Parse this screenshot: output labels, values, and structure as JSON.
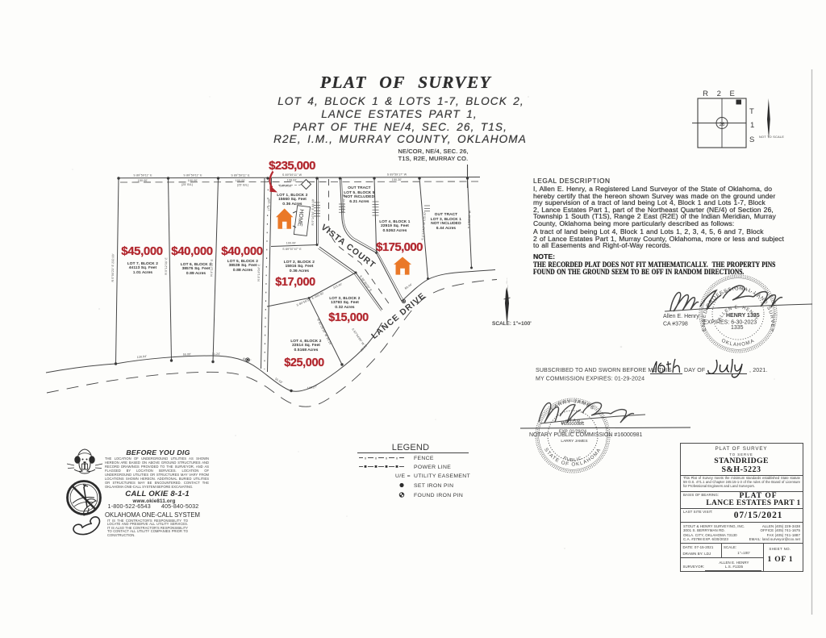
{
  "header": {
    "title": "PLAT OF SURVEY",
    "subtitle1": "LOT 4, BLOCK 1 & LOTS 1-7, BLOCK 2,",
    "subtitle2": "LANCE ESTATES PART 1,",
    "subtitle3": "PART OF THE NE/4, SEC. 26, T1S,",
    "subtitle4": "R2E, I.M., MURRAY COUNTY, OKLAHOMA"
  },
  "corner_note": "NE/COR, NE/4, SEC. 26,\nT1S, R2E, MURRAY CO.",
  "section_map": {
    "range": "R 2 E",
    "township_letters": "T\n1\nS",
    "section_number": "26",
    "not_to_scale": "NOT TO SCALE"
  },
  "scale_note": "SCALE: 1\"=100'",
  "lots": [
    {
      "name": "LOT 7, BLOCK 2",
      "sqft": "44113 Sq. Feet",
      "acres": "1.01 Acres",
      "price": "$45,000"
    },
    {
      "name": "LOT 6, BLOCK 2",
      "sqft": "38576 Sq. Feet",
      "acres": "0.89 Acres",
      "price": "$40,000"
    },
    {
      "name": "LOT 5, BLOCK 2",
      "sqft": "38539 Sq. Feet",
      "acres": "0.88 Acres",
      "price": "$40,000"
    },
    {
      "name": "LOT 1, BLOCK 2",
      "sqft": "15660 Sq. Feet",
      "acres": "0.36 Acres",
      "price": "$235,000"
    },
    {
      "name": "LOT 2, BLOCK 2",
      "sqft": "15916 Sq. Feet",
      "acres": "0.36 Acres",
      "price": "$17,000"
    },
    {
      "name": "LOT 3, BLOCK 2",
      "sqft": "13793 Sq. Feet",
      "acres": "0.32 Acres",
      "price": "$15,000"
    },
    {
      "name": "LOT 4, BLOCK 2",
      "sqft": "22514 Sq. Feet",
      "acres": "0.5168 Acres",
      "price": "$25,000"
    },
    {
      "name": "LOT 4, BLOCK 1",
      "sqft": "22919 Sq. Feet",
      "acres": "0.5262 Acres",
      "price": "$175,000"
    }
  ],
  "out_tracts": [
    {
      "l1": "OUT TRACT",
      "l2": "LOT 5, BLOCK 5",
      "l3": "NOT INCLUDED",
      "l4": "6.21 Acres"
    },
    {
      "l1": "OUT TRACT",
      "l2": "LOT 3, BLOCK 1",
      "l3": "NOT INCLUDED",
      "l4": "6.44 Acres"
    }
  ],
  "streets": {
    "vista": "VISTA COURT",
    "lance": "LANCE DRIVE"
  },
  "plat_labels": {
    "home": "HOME",
    "garage": "GARAGE",
    "bearing_top": "S 89°59'11\" E",
    "bearing_top_w": "S 89°59'11\" W",
    "bearing_top_r": "S 89°59'17\" W",
    "d150": "150.00'",
    "d100a": "100.00'",
    "d100b": "100.00'",
    "d10893": "108.93'",
    "d15030": "150.30'",
    "bl25a": "(25' B/L)",
    "bl25b": "(25' B/L)",
    "lot1_south_bearing": "S 89°57'47\" E",
    "lot1_south_dist": "100.00'",
    "w_bound": "N 0°06'23\" E  232.00'",
    "l76": "N 0°12'36\" E",
    "l65": "N 0°12'36\" E",
    "strip_w": "N 0°14'04\" E",
    "ue175": "17.5' U/E",
    "lot1e": "N 0°14'04\" E  84.08'",
    "outa_w": "S 0°51'09\" W",
    "lot4b1_e": "S 1°17'42\" W  125.47'",
    "outb_e": "S 1°58'08\" W",
    "lot23": "S 89°59'34\" E  205.50'",
    "d11344": "113.44'",
    "lot34": "N 46°28'30\" W  95.15'",
    "vista_sw": "S 38°30'00\" E",
    "lot3_se": "S 52°04'00\" W",
    "d8944": "89.44'",
    "r1": "128.84'",
    "r2": "55.00'",
    "r3": "31.24'",
    "r4": "65.45'",
    "r5": "55.59'",
    "r6": "149.27'",
    "r7": "29.56'"
  },
  "legal": {
    "heading": "LEGAL DESCRIPTION",
    "para1": "I, Allen E. Henry, a Registered Land Surveyor of the State of Oklahoma, do\nhereby certify that the hereon shown Survey was made on the ground under\nmy supervision of a tract of land being Lot 4, Block 1 and Lots 1-7, Block\n2, Lance Estates Part 1, part of the Northeast Quarter (NE/4) of Section 26,\nTownship 1 South (T1S), Range 2 East (R2E) of the Indian Meridian, Murray\nCounty, Oklahoma being more particularly described as follows:",
    "para2": "A tract of land being Lot 4, Block 1 and Lots 1, 2, 3, 4, 5, 6 and 7, Block\n2 of Lance Estates Part 1, Murray County, Oklahoma, more or less and subject\nto all Easements and Right-of-Way records."
  },
  "note": {
    "heading": "NOTE:",
    "body": "THE RECORDED PLAT DOES NOT FIT MATHEMATICALLY.  THE PROPERTY PINS\nFOUND ON THE GROUND SEEM TO BE OFF IN RANDOM DIRECTIONS."
  },
  "surveyor_seal": {
    "ring_top": "LICENSED PROFESSIONAL LAND SURVEYOR",
    "ring_bottom": "OKLAHOMA",
    "inner_name": "ALLEN E. HENRY",
    "inner_number": "1335",
    "name_line": "Allen E. Henry",
    "ca_line": "CA #3798",
    "henry_1335": "HENRY 1335",
    "expires": "EXPIRES: 6-30-2023",
    "num_below": "1335"
  },
  "notary_seal": {
    "ring_top": "LARRY JAMES",
    "ring_bottom": "STATE OF OKLAHOMA",
    "inner_top": "NOTARY",
    "inner_bottom": "PUBLIC",
    "center1": "#16000981",
    "center2": "EXP. 01/29/24",
    "center3": "LARRY JAMES",
    "commission": "NOTARY PUBLIC COMMISSION #16000981"
  },
  "subscribed": {
    "line1_a": "SUBSCRIBED TO AND SWORN BEFORE ME THIS",
    "line1_b": "DAY OF",
    "line1_c": ", 2021.",
    "line2": "MY COMMISSION EXPIRES: 01-29-2024"
  },
  "before_you_dig": {
    "title": "BEFORE YOU DIG",
    "para1": "THE LOCATION OF UNDERGROUND UTILITIES AS SHOWN HEREON ARE BASED ON ABOVE GROUND STRUCTURES AND RECORD DRAWINGS PROVIDED TO THE SURVEYOR, AND AS FLAGGED BY LOCATION SERVICES.  LOCATION OF UNDERGROUND UTILITIES OR STRUCTURES MAY VARY FROM LOCATIONS SHOWN HEREON.  ADDITIONAL BURIED UTILITIES OR STRUCTURES MAY BE ENCOUNTERED.  CONTACT THE OKLAHOMA ONE-CALL SYSTEM BEFORE EXCAVATING.",
    "call": "CALL OKIE 8-1-1",
    "web": "www.okie811.org",
    "phones": "1-800-522-6543      405-840-5032",
    "system": "OKLAHOMA ONE-CALL SYSTEM",
    "para2": "IT IS THE CONTRACTOR'S RESPONSIBILITY TO LOCATE AND PRESERVE ALL UTILITY SERVICES.  IT IS ALSO THE CONTRACTOR'S RESPONSIBILITY TO CONTACT ALL UTILITY COMPANIES PRIOR TO CONSTRUCTION."
  },
  "legend": {
    "title": "LEGEND",
    "fence": "FENCE",
    "power": "POWER LINE",
    "ue_key": "U/E  =",
    "ue": "UTILITY EASEMENT",
    "set_pin": "SET IRON PIN",
    "found_pin": "FOUND IRON PIN"
  },
  "title_block": {
    "h1": "PLAT OF SURVEY",
    "h2": "TO SERVE",
    "client": "STANDRIDGE",
    "job": "S&H-5223",
    "statute": "This Plat of Survey meets the minimum standards established State statute 59 O.S. 471.1 and Chapter 245:15-1-3 of the rules of the Board of Licensure for Professional Engineers and Land Surveyors.",
    "basis_label": "BASIS OF BEARING:",
    "basis1": "PLAT OF",
    "basis2": "LANCE ESTATES PART 1",
    "visit_label": "LAST SITE VISIT:",
    "visit_date": "07/15/2021",
    "co1": "STOUT & HENRY SURVEYING, INC.",
    "co2": "3001 S. BERRYMAN RD.",
    "co3": "OKLA. CITY, OKLAHOMA 73130",
    "co4": "C.A. #3798 EXP. 6/30/2023",
    "ph1": "ALLEN (405) 229-3438",
    "ph2": "OFFICE (405) 741-1675",
    "ph3": "FAX (405) 741-1887",
    "ph4": "EMAIL: land.surveyor@cox.net",
    "date_label": "DATE: 07-15-2021",
    "drawn_label": "DRAWN BY:  LDJ",
    "scale_label": "SCALE:",
    "scale_val": "1\"=100'",
    "sheet_label": "SHEET NO.",
    "sheet_val": "1  OF  1",
    "surveyor_label": "SURVEYOR:",
    "surveyor_name": "ALLEN E. HENRY",
    "surveyor_ls": "L.S. #1335"
  },
  "colors": {
    "price_red": "#b12a31",
    "home_orange": "#e8792a",
    "ink": "#3a3a3a",
    "paper": "#fbfbf9"
  }
}
